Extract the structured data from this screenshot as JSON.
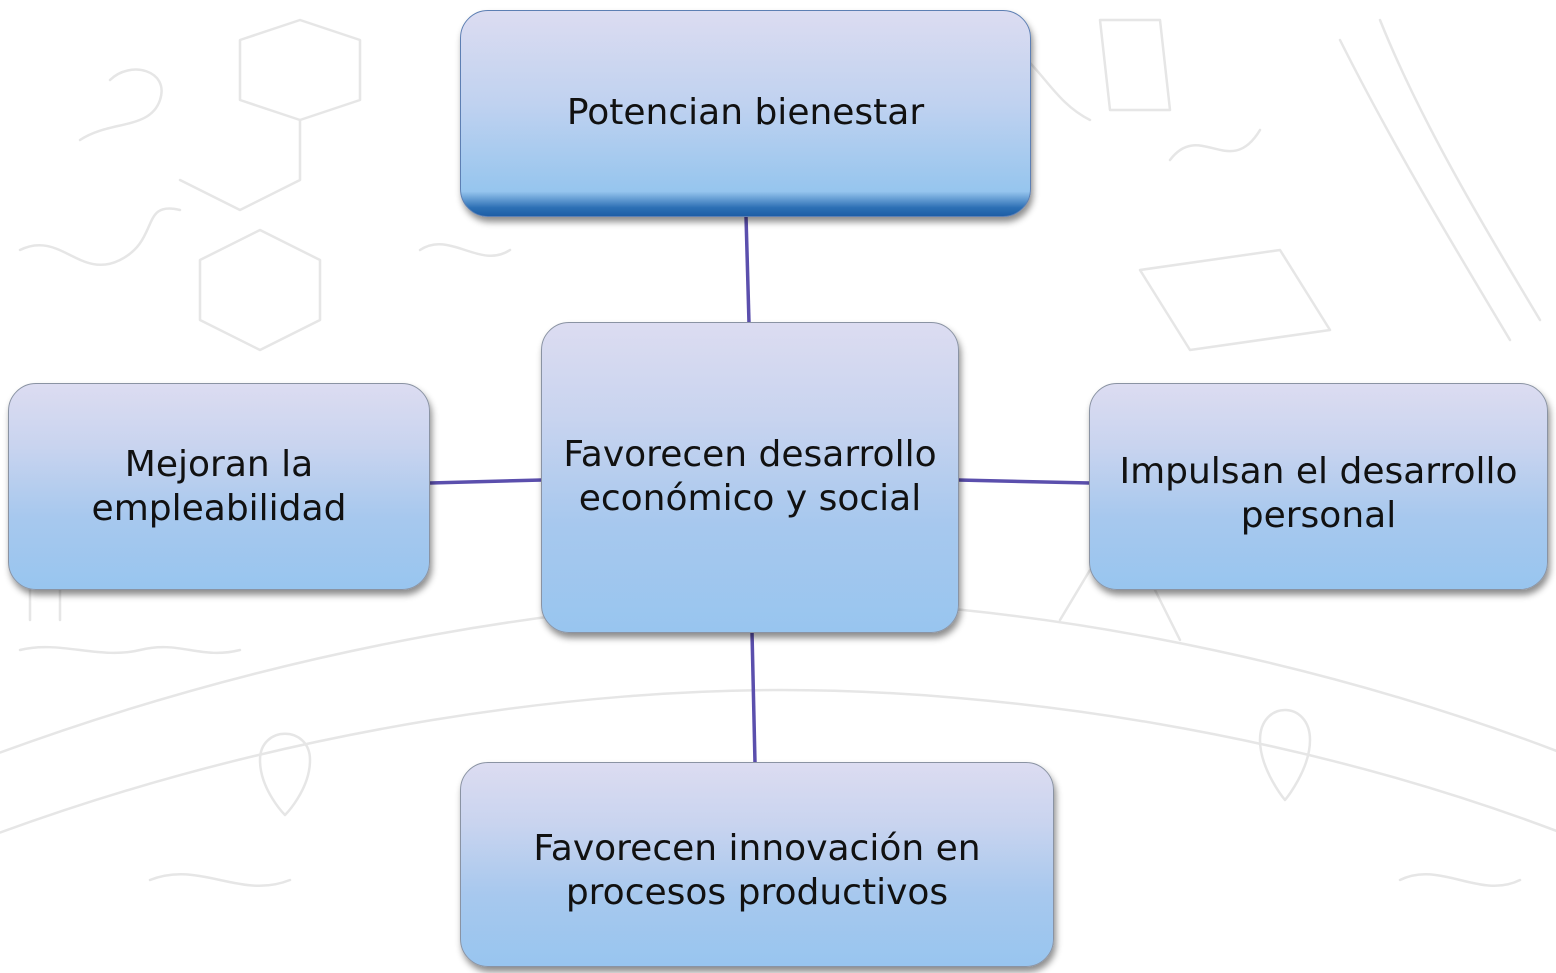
{
  "diagram": {
    "connector_color": "#5b4fad",
    "nodes": {
      "top": {
        "label": "Potencian bienestar"
      },
      "center": {
        "label": "Favorecen desarrollo\neconómico y social"
      },
      "left": {
        "label": "Mejoran la\nempleabilidad"
      },
      "right": {
        "label": "Impulsan el desarrollo\npersonal"
      },
      "bottom": {
        "label": "Favorecen innovación en\nprocesos productivos"
      }
    }
  }
}
